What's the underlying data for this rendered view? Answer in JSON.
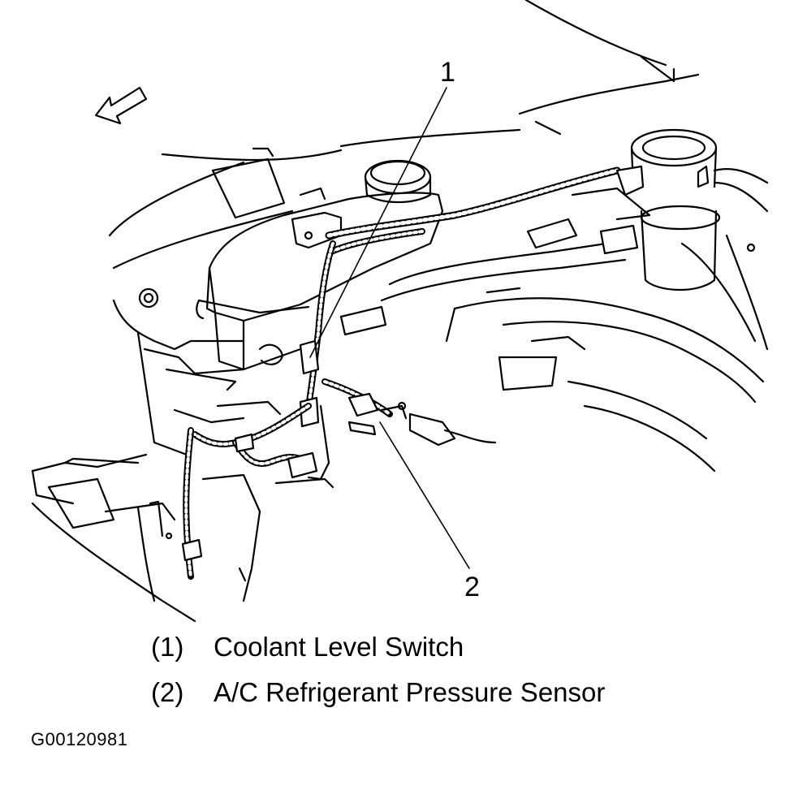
{
  "figure": {
    "callouts": [
      {
        "id": "1",
        "label": "1"
      },
      {
        "id": "2",
        "label": "2"
      }
    ],
    "legend": [
      {
        "num": "(1)",
        "text": "Coolant Level Switch"
      },
      {
        "num": "(2)",
        "text": "A/C Refrigerant Pressure Sensor"
      }
    ],
    "figure_id": "G00120981"
  }
}
